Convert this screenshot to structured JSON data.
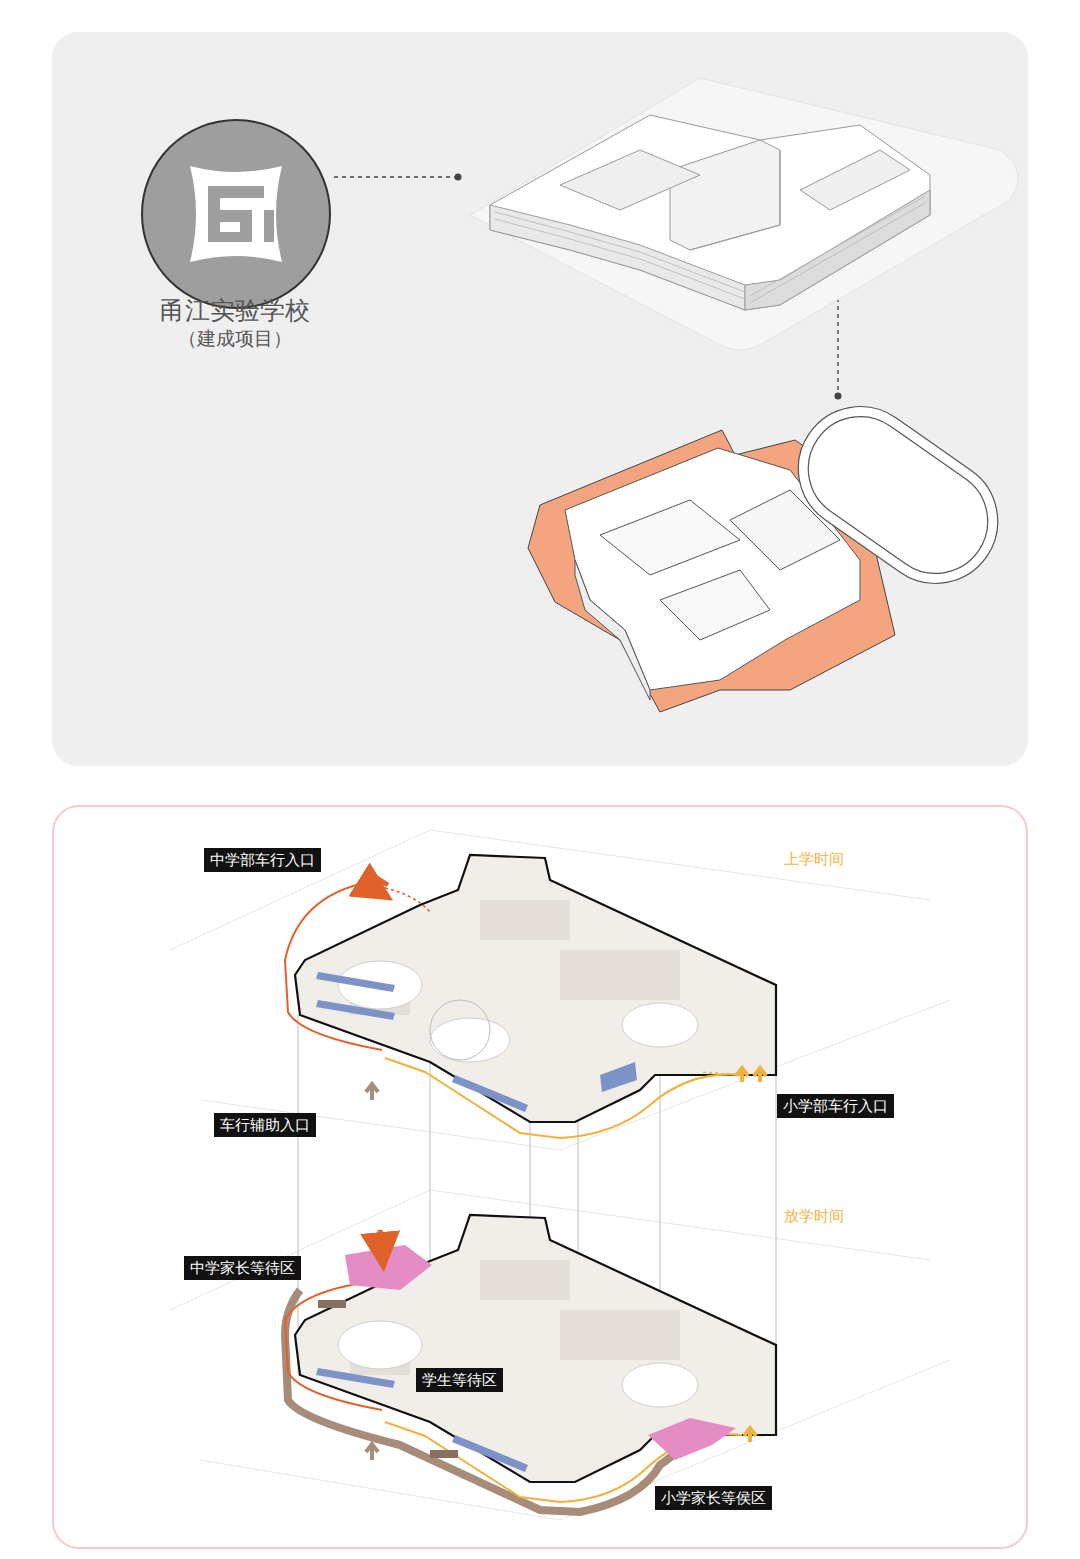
{
  "diagram": {
    "nodes": [
      {
        "text": [
          "甬江实验学校",
          "（建成项目）"
        ]
      },
      {
        "text": [
          "中学部车行入口"
        ]
      },
      {
        "text": [
          "小学部车行入口"
        ]
      },
      {
        "text": [
          "车行辅助入口"
        ]
      },
      {
        "text": [
          "中学家长等待区"
        ]
      },
      {
        "text": [
          "学生等待区"
        ]
      },
      {
        "text": [
          "小学家长等侯区"
        ]
      }
    ],
    "edges": [],
    "labels": [
      "上学时间",
      "放学时间"
    ]
  }
}
